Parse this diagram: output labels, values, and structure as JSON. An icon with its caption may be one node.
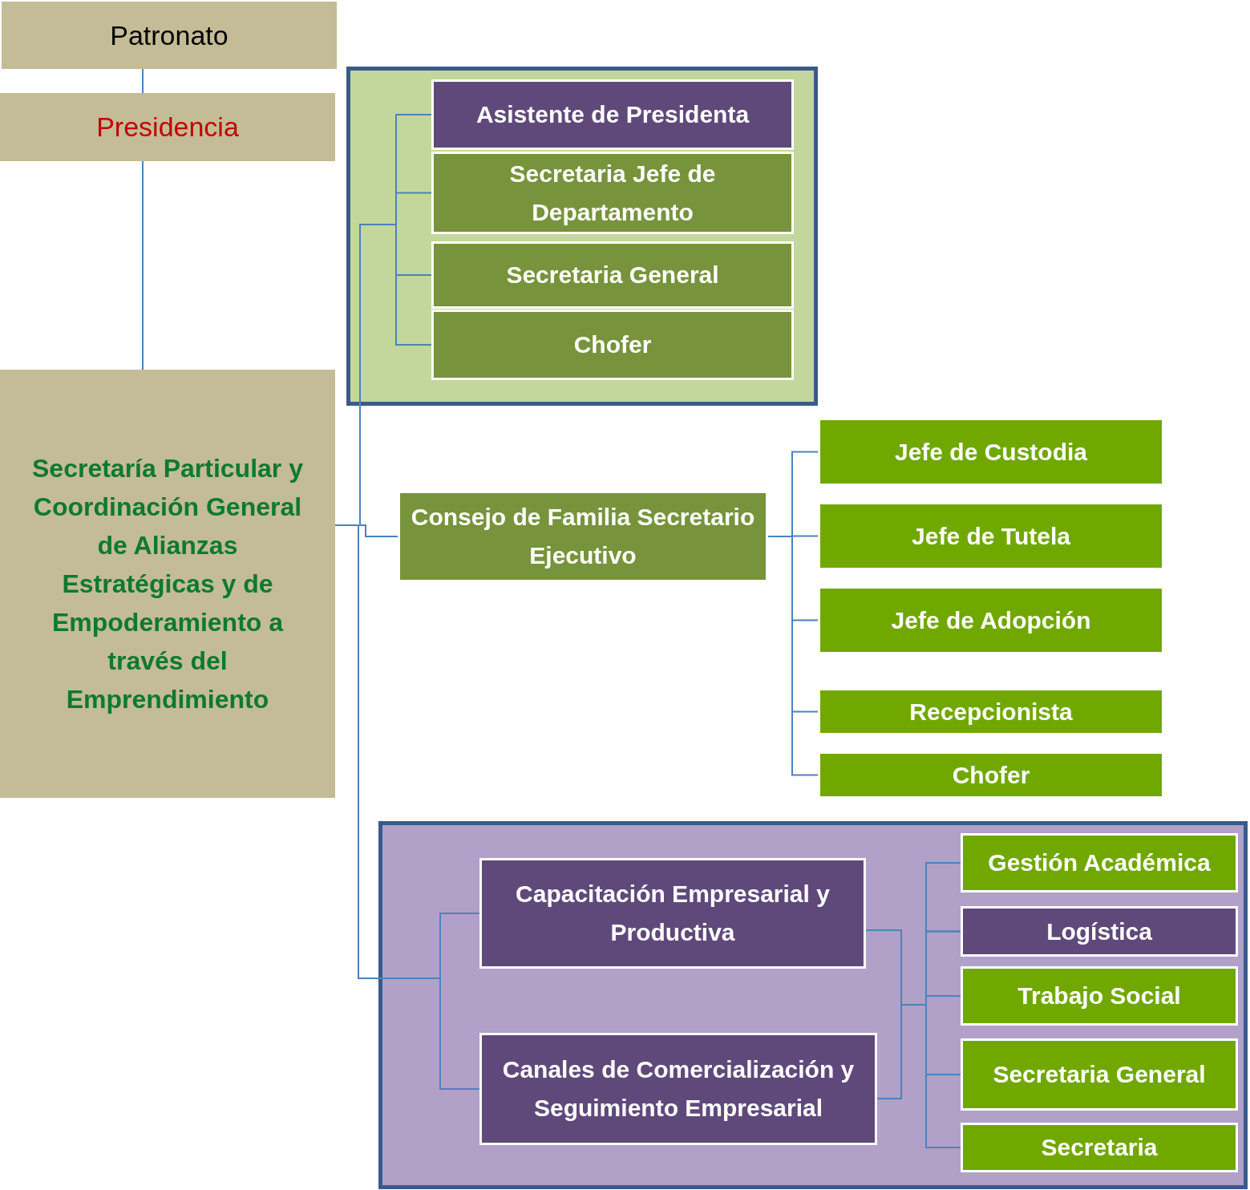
{
  "diagram": {
    "nodes": [
      {
        "text": [
          "Patronato"
        ]
      },
      {
        "text": [
          "Presidencia"
        ]
      },
      {
        "text": [
          "Secretaría Particular y Coordinación General de Alianzas Estratégicas y de Empoderamiento a través del Emprendimiento"
        ]
      },
      {
        "text": [],
        "shape": "box"
      },
      {
        "text": [
          "Asistente de Presidenta"
        ],
        "in": 3
      },
      {
        "text": [
          "Secretaria Jefe de Departamento"
        ],
        "in": 3
      },
      {
        "text": [
          "Secretaria General"
        ],
        "in": 3
      },
      {
        "text": [
          "Chofer"
        ],
        "in": 3
      },
      {
        "text": [
          "Consejo de Familia Secretario Ejecutivo"
        ]
      },
      {
        "text": [
          "Jefe de Custodia"
        ]
      },
      {
        "text": [
          "Jefe de Tutela"
        ]
      },
      {
        "text": [
          "Jefe de Adopción"
        ]
      },
      {
        "text": [
          "Recepcionista"
        ]
      },
      {
        "text": [
          "Chofer"
        ]
      },
      {
        "text": [],
        "shape": "box"
      },
      {
        "text": [
          "Capacitación Empresarial y Productiva"
        ],
        "in": 14
      },
      {
        "text": [
          "Canales de Comercialización y Seguimiento Empresarial"
        ],
        "in": 14
      },
      {
        "text": [
          "Gestión Académica"
        ],
        "in": 14
      },
      {
        "text": [
          "Logística"
        ],
        "in": 14
      },
      {
        "text": [
          "Trabajo Social"
        ],
        "in": 14
      },
      {
        "text": [
          "Secretaria General"
        ],
        "in": 14
      },
      {
        "text": [
          "Secretaria"
        ],
        "in": 14
      }
    ],
    "edges": [
      {
        "from": 0,
        "to": 1,
        "arrow": "none"
      },
      {
        "from": 1,
        "to": 2,
        "arrow": "none"
      },
      {
        "from": 2,
        "to": 8,
        "arrow": "none"
      },
      {
        "from": 2,
        "to": 4,
        "arrow": "none"
      },
      {
        "from": 2,
        "to": 5,
        "arrow": "none"
      },
      {
        "from": 2,
        "to": 6,
        "arrow": "none"
      },
      {
        "from": 2,
        "to": 7,
        "arrow": "none"
      },
      {
        "from": 2,
        "to": 15,
        "arrow": "none"
      },
      {
        "from": 2,
        "to": 16,
        "arrow": "none"
      },
      {
        "from": 8,
        "to": 9,
        "arrow": "none"
      },
      {
        "from": 8,
        "to": 10,
        "arrow": "none"
      },
      {
        "from": 8,
        "to": 11,
        "arrow": "none"
      },
      {
        "from": 8,
        "to": 12,
        "arrow": "none"
      },
      {
        "from": 8,
        "to": 13,
        "arrow": "none"
      },
      {
        "from": 15,
        "to": 17,
        "arrow": "none"
      },
      {
        "from": 15,
        "to": 18,
        "arrow": "none"
      },
      {
        "from": 15,
        "to": 19,
        "arrow": "none"
      },
      {
        "from": 15,
        "to": 20,
        "arrow": "none"
      },
      {
        "from": 15,
        "to": 21,
        "arrow": "none"
      },
      {
        "from": 16,
        "to": 17,
        "arrow": "none"
      },
      {
        "from": 16,
        "to": 18,
        "arrow": "none"
      },
      {
        "from": 16,
        "to": 19,
        "arrow": "none"
      },
      {
        "from": 16,
        "to": 20,
        "arrow": "none"
      },
      {
        "from": 16,
        "to": 21,
        "arrow": "none"
      }
    ]
  }
}
